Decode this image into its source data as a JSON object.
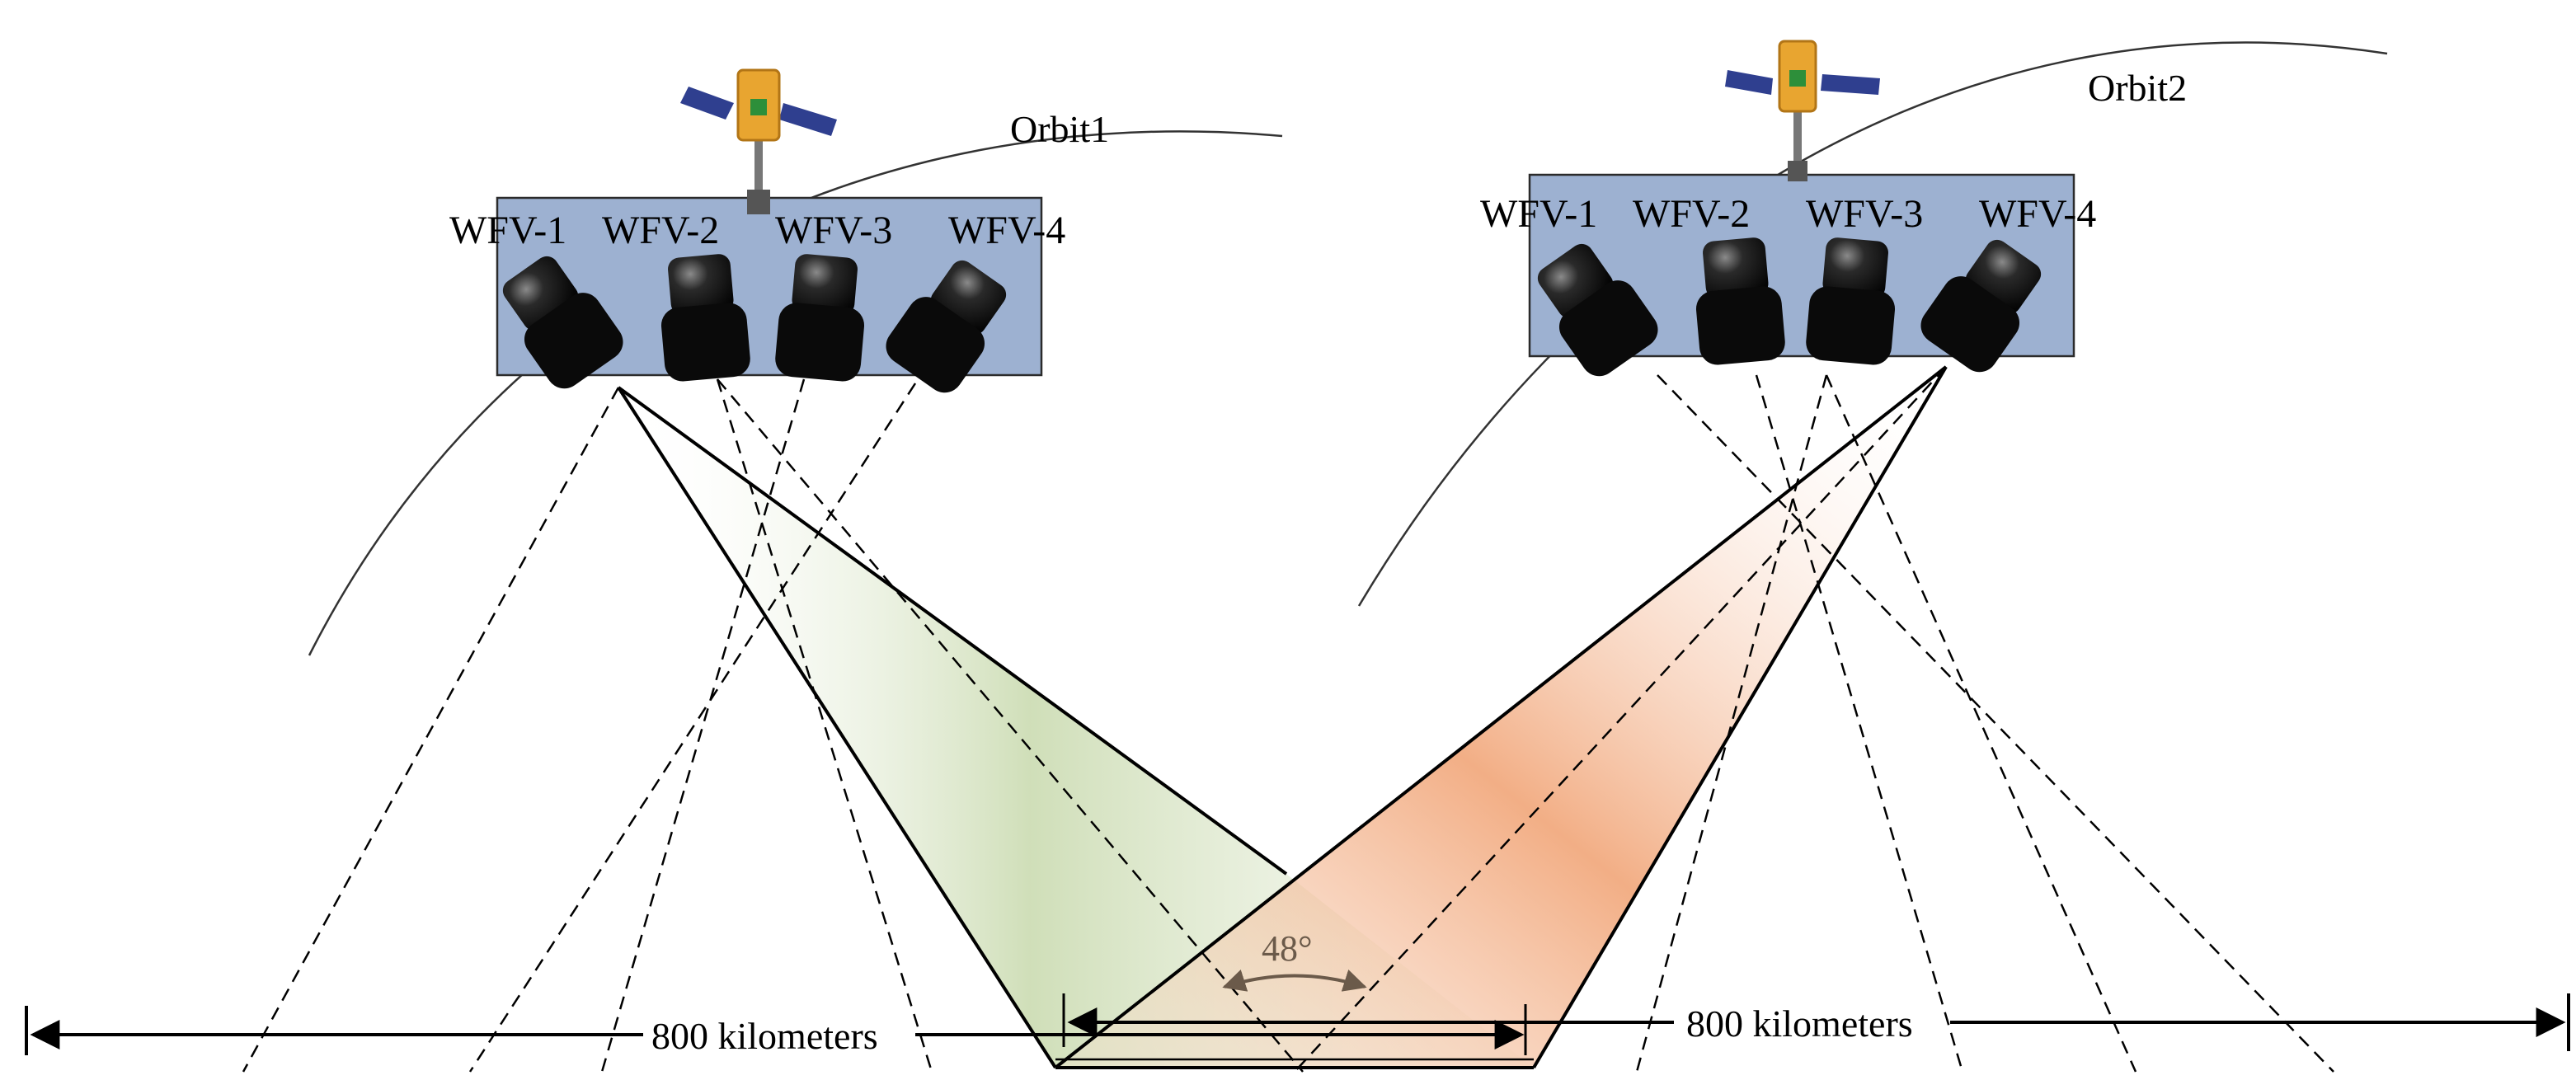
{
  "orbit1": {
    "label": "Orbit1",
    "cameras": [
      "WFV-1",
      "WFV-2",
      "WFV-3",
      "WFV-4"
    ]
  },
  "orbit2": {
    "label": "Orbit2",
    "cameras": [
      "WFV-1",
      "WFV-2",
      "WFV-3",
      "WFV-4"
    ]
  },
  "swath_left": "800 kilometers",
  "swath_right": "800 kilometers",
  "angle": "48°",
  "colors": {
    "panel": "#9db1d1",
    "green_swath": "#a9c47f",
    "orange_swath": "#f0a070",
    "satellite_body": "#e8a530",
    "solar_panel": "#2f3f8f",
    "camera": "#111111",
    "angle_arrow": "#6b5a4a"
  }
}
